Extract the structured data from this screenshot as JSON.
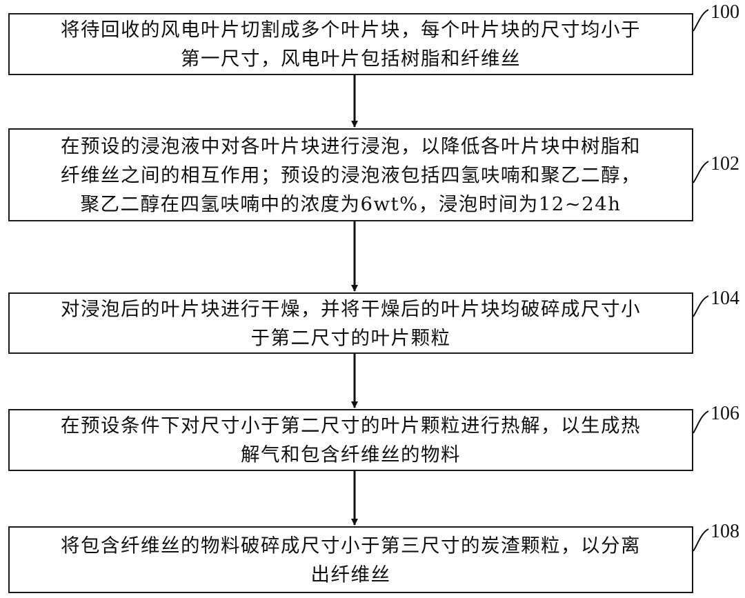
{
  "steps": [
    {
      "ref": "100",
      "lines": [
        "将待回收的风电叶片切割成多个叶片块，每个叶片块的尺寸均小于",
        "第一尺寸，风电叶片包括树脂和纤维丝"
      ]
    },
    {
      "ref": "102",
      "lines": [
        "在预设的浸泡液中对各叶片块进行浸泡，以降低各叶片块中树脂和",
        "纤维丝之间的相互作用；预设的浸泡液包括四氢呋喃和聚乙二醇，",
        "聚乙二醇在四氢呋喃中的浓度为6wt%，浸泡时间为12~24h"
      ]
    },
    {
      "ref": "104",
      "lines": [
        "对浸泡后的叶片块进行干燥，并将干燥后的叶片块均破碎成尺寸小",
        "于第二尺寸的叶片颗粒"
      ]
    },
    {
      "ref": "106",
      "lines": [
        "在预设条件下对尺寸小于第二尺寸的叶片颗粒进行热解，以生成热",
        "解气和包含纤维丝的物料"
      ]
    },
    {
      "ref": "108",
      "lines": [
        "将包含纤维丝的物料破碎成尺寸小于第三尺寸的炭渣颗粒，以分离",
        "出纤维丝"
      ]
    }
  ]
}
